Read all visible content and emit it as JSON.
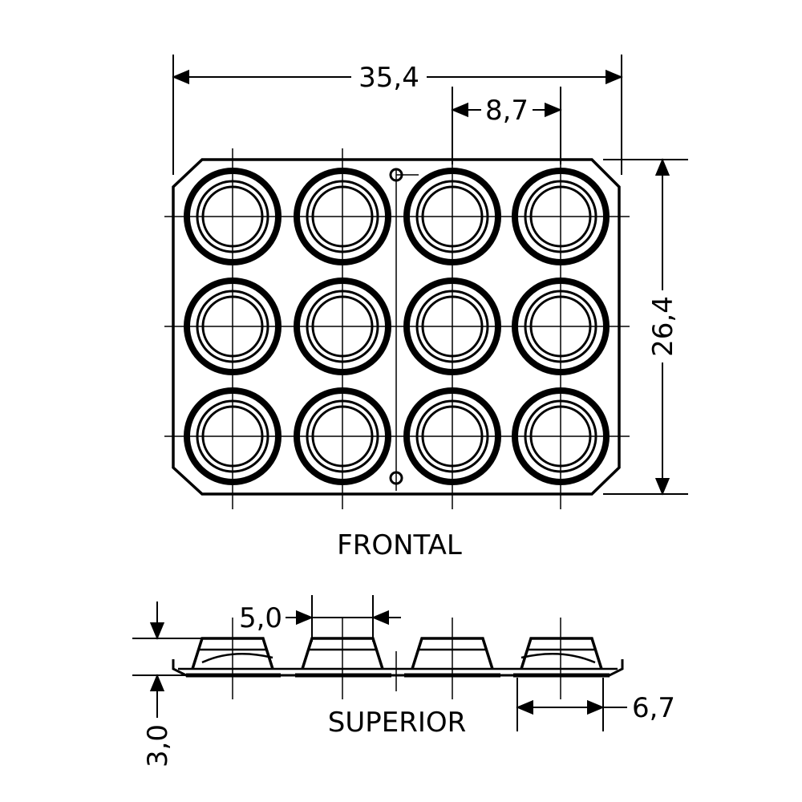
{
  "colors": {
    "ink": "#000000",
    "paper": "#ffffff"
  },
  "frontal_view": {
    "label": "FRONTAL",
    "rows": 3,
    "columns": 4,
    "dimensions": {
      "overall_width": "35,4",
      "overall_height": "26,4",
      "pitch": "8,7"
    }
  },
  "superior_view": {
    "label": "SUPERIOR",
    "bumper_count": 4,
    "dimensions": {
      "top_diameter": "5,0",
      "height": "3,0",
      "base_diameter": "6,7"
    }
  }
}
